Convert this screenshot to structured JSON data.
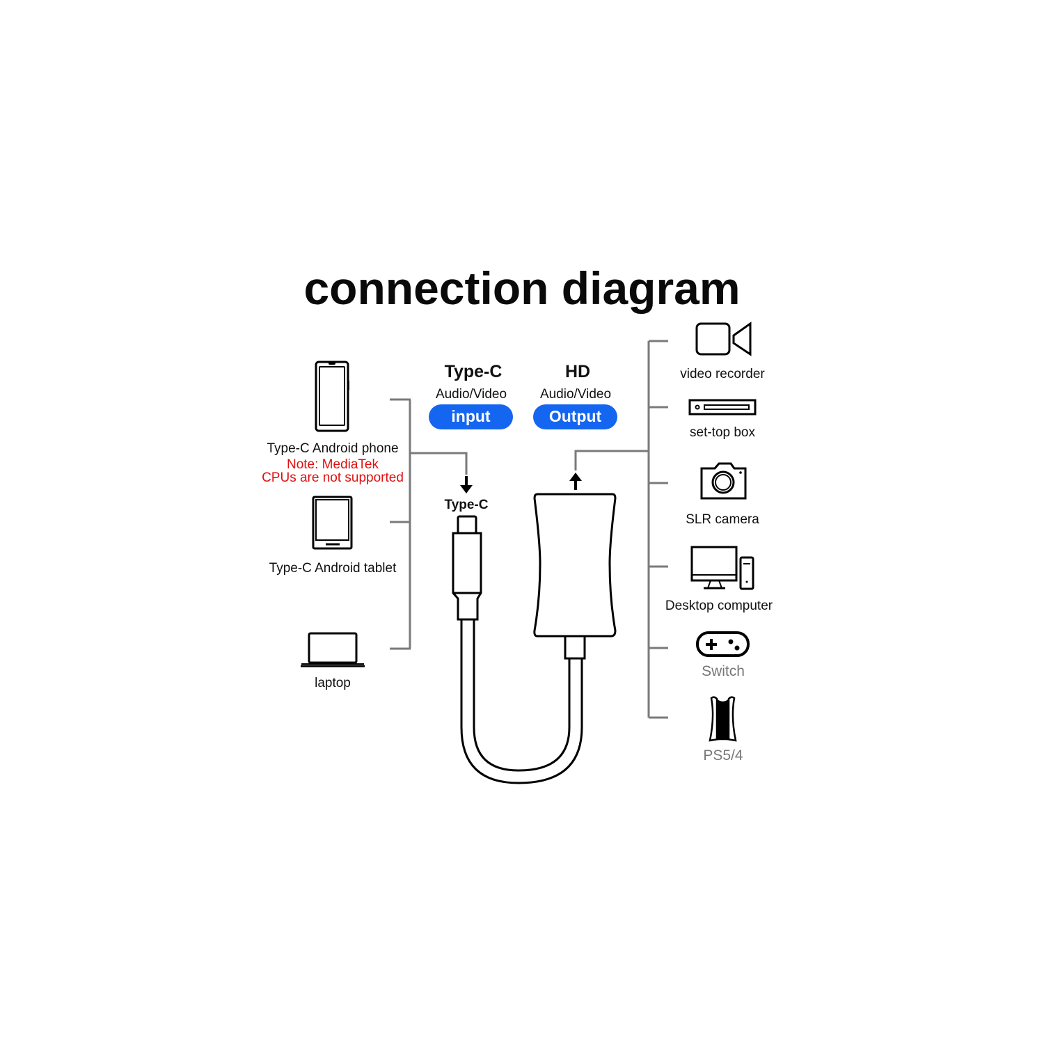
{
  "title": "connection diagram",
  "input": {
    "header": "Type-C",
    "subtitle": "Audio/Video",
    "badge": "input",
    "connector_label": "Type-C",
    "color": "#1466f0"
  },
  "output": {
    "header": "HD",
    "subtitle": "Audio/Video",
    "badge": "Output",
    "color": "#1466f0"
  },
  "sources": [
    {
      "icon": "phone-icon",
      "label": "Type-C Android phone",
      "note_line1": "Note: MediaTek",
      "note_line2": "CPUs are not supported",
      "note_color": "#e01010"
    },
    {
      "icon": "tablet-icon",
      "label": "Type-C Android tablet"
    },
    {
      "icon": "laptop-icon",
      "label": "laptop"
    }
  ],
  "targets": [
    {
      "icon": "video-camera-icon",
      "label": "video recorder"
    },
    {
      "icon": "set-top-box-icon",
      "label": "set-top box"
    },
    {
      "icon": "camera-icon",
      "label": "SLR camera"
    },
    {
      "icon": "desktop-computer-icon",
      "label": "Desktop computer"
    },
    {
      "icon": "gamepad-icon",
      "label": "Switch"
    },
    {
      "icon": "ps-console-icon",
      "label": "PS5/4"
    }
  ]
}
